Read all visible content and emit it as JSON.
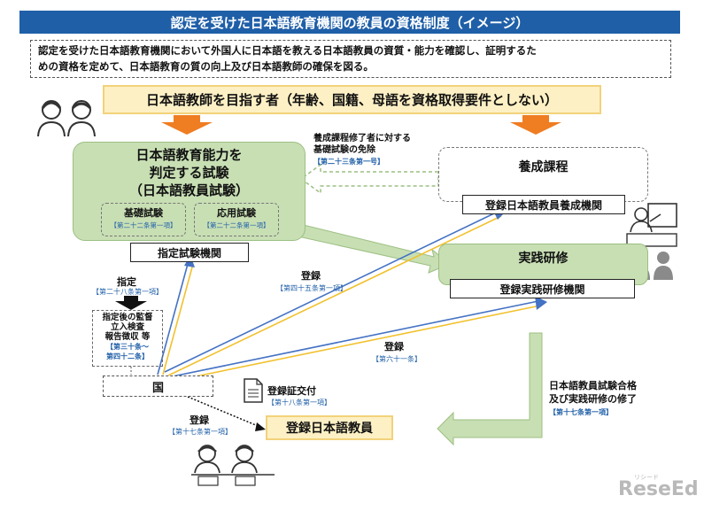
{
  "title": "認定を受けた日本語教育機関の教員の資格制度（イメージ）",
  "intro": {
    "line1": "認定を受けた日本語教育機関において外国人に日本語を教える日本語教員の資質・能力を確認し、証明するた",
    "line2": "めの資格を定めて、日本語教育の質の向上及び日本語教師の確保を図る。"
  },
  "target": "日本語教師を目指す者（年齢、国籍、母語を資格取得要件としない）",
  "exam": {
    "title_line1": "日本語教育能力を",
    "title_line2": "判定する試験",
    "title_line3": "（日本語教員試験）",
    "basic": {
      "label": "基礎試験",
      "ref": "【第二十二条第一項】"
    },
    "applied": {
      "label": "応用試験",
      "ref": "【第二十二条第一項】"
    },
    "agency": "指定試験機関"
  },
  "exemption": {
    "line1": "養成課程修了者に対する",
    "line2": "基礎試験の免除",
    "ref": "【第二十三条第一号】"
  },
  "training": {
    "label": "養成課程",
    "agency": "登録日本語教員養成機関"
  },
  "practice": {
    "label": "実践研修",
    "agency": "登録実践研修機関"
  },
  "designation": {
    "label": "指定",
    "ref": "【第二十八条第一項】"
  },
  "supervision": {
    "line1": "指定後の監督",
    "line2": "立入検査",
    "line3": "報告徴収 等",
    "ref1": "【第三十条～",
    "ref2": "第四十二条】"
  },
  "reg1": {
    "label": "登録",
    "ref": "【第四十五条第一項】"
  },
  "reg2": {
    "label": "登録",
    "ref": "【第六十一条】"
  },
  "reg3": {
    "label": "登録",
    "ref": "【第十七条第一項】"
  },
  "state": "国",
  "certificate": {
    "label": "登録証交付",
    "ref": "【第十八条第一項】"
  },
  "pass": {
    "line1": "日本語教員試験合格",
    "line2": "及び実践研修の修了",
    "ref": "【第十七条第一項】"
  },
  "registered_teacher": "登録日本語教員",
  "watermark": "ReseEd",
  "watermark_sub": "リシード",
  "colors": {
    "title_bg": "#1f5fa8",
    "green": "#c8dfb4",
    "yellow": "#fdf0c4",
    "orange": "#ef7d22",
    "blue_line": "#4472c4",
    "yellow_line": "#f2c12e"
  }
}
